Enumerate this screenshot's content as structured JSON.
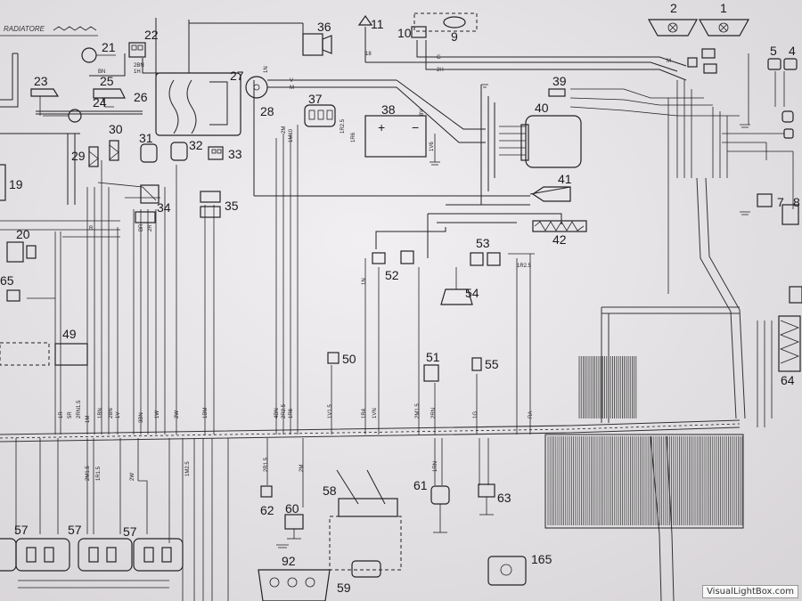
{
  "legend": {
    "radiator_label": "RADIATORE"
  },
  "components": [
    {
      "id": "c1",
      "label": "1"
    },
    {
      "id": "c2",
      "label": "2"
    },
    {
      "id": "c4",
      "label": "4"
    },
    {
      "id": "c5",
      "label": "5"
    },
    {
      "id": "c7",
      "label": "7"
    },
    {
      "id": "c8",
      "label": "8"
    },
    {
      "id": "c9",
      "label": "9"
    },
    {
      "id": "c10",
      "label": "10"
    },
    {
      "id": "c11",
      "label": "11"
    },
    {
      "id": "c19",
      "label": "19"
    },
    {
      "id": "c20",
      "label": "20"
    },
    {
      "id": "c21",
      "label": "21"
    },
    {
      "id": "c22",
      "label": "22"
    },
    {
      "id": "c23",
      "label": "23"
    },
    {
      "id": "c24",
      "label": "24"
    },
    {
      "id": "c25",
      "label": "25"
    },
    {
      "id": "c26",
      "label": "26"
    },
    {
      "id": "c27",
      "label": "27"
    },
    {
      "id": "c28",
      "label": "28"
    },
    {
      "id": "c29",
      "label": "29"
    },
    {
      "id": "c30",
      "label": "30"
    },
    {
      "id": "c31",
      "label": "31"
    },
    {
      "id": "c32",
      "label": "32"
    },
    {
      "id": "c33",
      "label": "33"
    },
    {
      "id": "c34",
      "label": "34"
    },
    {
      "id": "c35",
      "label": "35"
    },
    {
      "id": "c36",
      "label": "36"
    },
    {
      "id": "c37",
      "label": "37"
    },
    {
      "id": "c38",
      "label": "38"
    },
    {
      "id": "c39",
      "label": "39"
    },
    {
      "id": "c40",
      "label": "40"
    },
    {
      "id": "c41",
      "label": "41"
    },
    {
      "id": "c42",
      "label": "42"
    },
    {
      "id": "c49",
      "label": "49"
    },
    {
      "id": "c50",
      "label": "50"
    },
    {
      "id": "c51",
      "label": "51"
    },
    {
      "id": "c52",
      "label": "52"
    },
    {
      "id": "c53",
      "label": "53"
    },
    {
      "id": "c54",
      "label": "54"
    },
    {
      "id": "c55",
      "label": "55"
    },
    {
      "id": "c57a",
      "label": "57"
    },
    {
      "id": "c57b",
      "label": "57"
    },
    {
      "id": "c57c",
      "label": "57"
    },
    {
      "id": "c58",
      "label": "58"
    },
    {
      "id": "c59",
      "label": "59"
    },
    {
      "id": "c60",
      "label": "60"
    },
    {
      "id": "c61",
      "label": "61"
    },
    {
      "id": "c62",
      "label": "62"
    },
    {
      "id": "c63",
      "label": "63"
    },
    {
      "id": "c64",
      "label": "64"
    },
    {
      "id": "c65",
      "label": "65"
    },
    {
      "id": "c92",
      "label": "92"
    },
    {
      "id": "c165",
      "label": "165"
    }
  ],
  "wire_codes": [
    "2BN",
    "1H",
    "BN",
    "R",
    "V",
    "M",
    "1N",
    "2M",
    "1M10",
    "1R2.5",
    "1R6",
    "8V",
    "1V6",
    "18",
    "G",
    "2H",
    "M",
    "2BN",
    "1BN",
    "1R",
    "1V",
    "BR",
    "2R",
    "1M",
    "3BN",
    "1W",
    "2W",
    "1BM",
    "1M2.5",
    "2R1.5",
    "2M",
    "1V1.5",
    "1R4",
    "2M1.5",
    "1G",
    "2RN",
    "5R",
    "2RN1.5",
    "2M1.5",
    "1R1.5",
    "2W",
    "1VN",
    "1N",
    "4BN",
    "2R2.5",
    "1R6",
    "1RN",
    "1R2.5",
    "RA"
  ],
  "watermark": "VisualLightBox.com"
}
